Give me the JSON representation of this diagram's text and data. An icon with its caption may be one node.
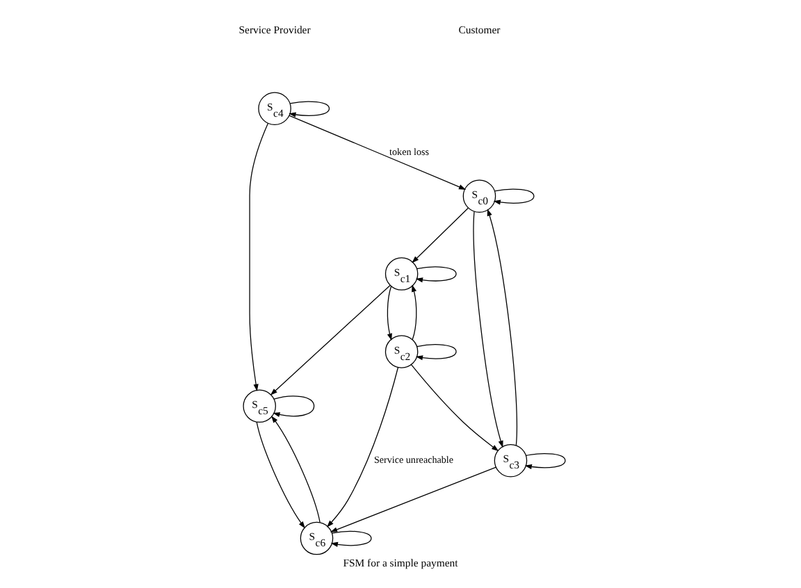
{
  "diagram": {
    "caption": "FSM for a simple payment",
    "nodes": [
      {
        "text": [
          "S$_{c4}$"
        ]
      },
      {
        "text": [
          "S$_{c0}$"
        ]
      },
      {
        "text": [
          "S$_{c1}$"
        ]
      },
      {
        "text": [
          "S$_{c5}$"
        ]
      },
      {
        "text": [
          "S$_{c6}$"
        ]
      },
      {
        "text": [
          "S$_{c2}$"
        ]
      },
      {
        "text": [
          "S$_{c3}$"
        ]
      }
    ],
    "edges": [
      {
        "from": 1,
        "to": 1,
        "arrow": "to"
      },
      {
        "from": 0,
        "to": 1,
        "arrow": "to",
        "label": "token loss"
      },
      {
        "from": 1,
        "to": 2,
        "arrow": "to"
      },
      {
        "from": 1,
        "to": 6,
        "arrow": "to"
      },
      {
        "from": 6,
        "to": 1,
        "arrow": "to"
      },
      {
        "from": 6,
        "to": 6,
        "arrow": "to"
      },
      {
        "from": 6,
        "to": 4,
        "arrow": "to"
      },
      {
        "from": 5,
        "to": 6,
        "arrow": "to"
      },
      {
        "from": 0,
        "to": 0,
        "arrow": "to"
      },
      {
        "from": 0,
        "to": 3,
        "arrow": "to"
      },
      {
        "from": 2,
        "to": 2,
        "arrow": "to"
      },
      {
        "from": 2,
        "to": 3,
        "arrow": "to"
      },
      {
        "from": 2,
        "to": 5,
        "arrow": "to"
      },
      {
        "from": 5,
        "to": 2,
        "arrow": "to"
      },
      {
        "from": 5,
        "to": 4,
        "arrow": "to",
        "label": "Service unreachable"
      },
      {
        "from": 5,
        "to": 5,
        "arrow": "to"
      },
      {
        "from": 3,
        "to": 3,
        "arrow": "to"
      },
      {
        "from": 3,
        "to": 4,
        "arrow": "to"
      },
      {
        "from": 4,
        "to": 3,
        "arrow": "to"
      },
      {
        "from": 4,
        "to": 4,
        "arrow": "to"
      }
    ],
    "labels": [
      "Customer",
      "Service Provider"
    ]
  }
}
